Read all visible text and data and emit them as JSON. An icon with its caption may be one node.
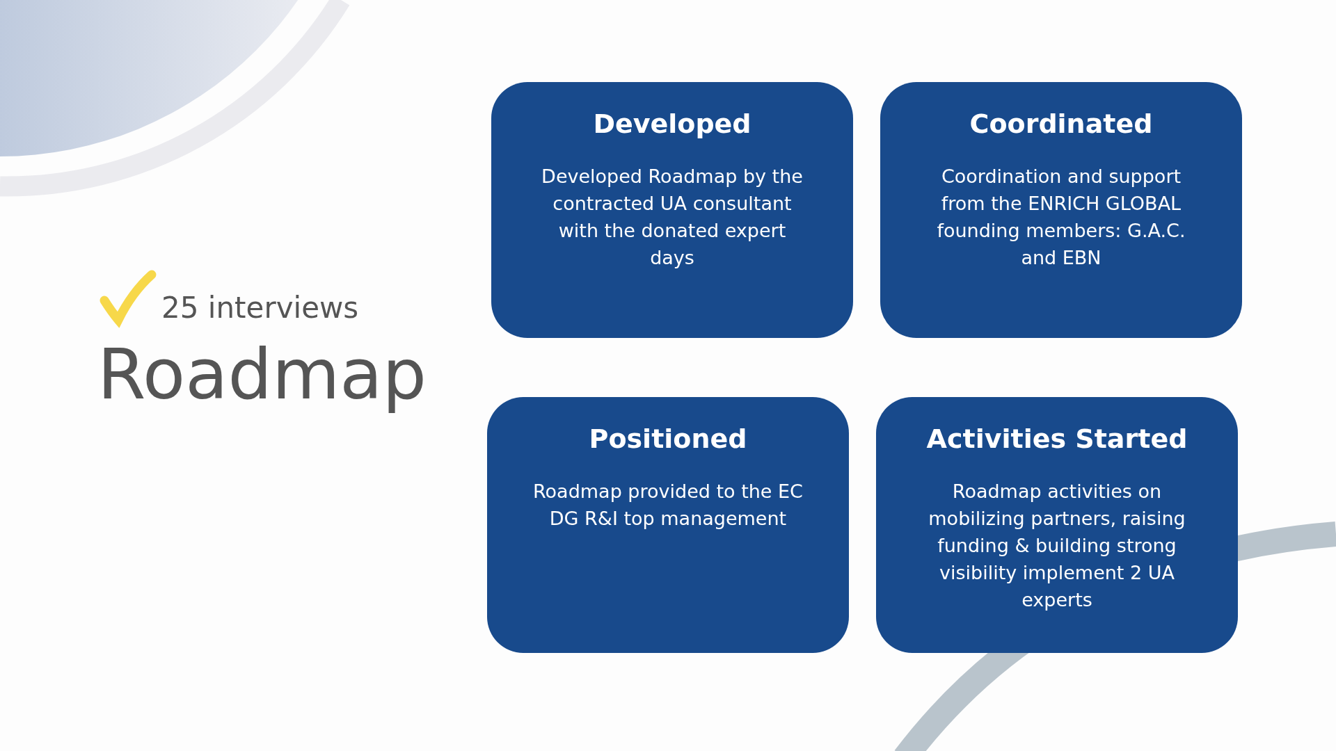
{
  "diagram": {
    "title": "Roadmap",
    "nodes": [
      {
        "text": [
          "Developed",
          "Developed Roadmap by the contracted UA consultant with the donated expert days"
        ]
      },
      {
        "text": [
          "Coordinated",
          "Coordination and support from the ENRICH GLOBAL founding members: G.A.C. and EBN"
        ]
      },
      {
        "text": [
          "Positioned",
          "Roadmap provided to the EC DG R&I top management"
        ]
      },
      {
        "text": [
          "Activities Started",
          "Roadmap activities on mobilizing partners, raising funding & building strong visibility implement 2 UA experts"
        ]
      }
    ],
    "labels": [
      "25 interviews"
    ]
  }
}
